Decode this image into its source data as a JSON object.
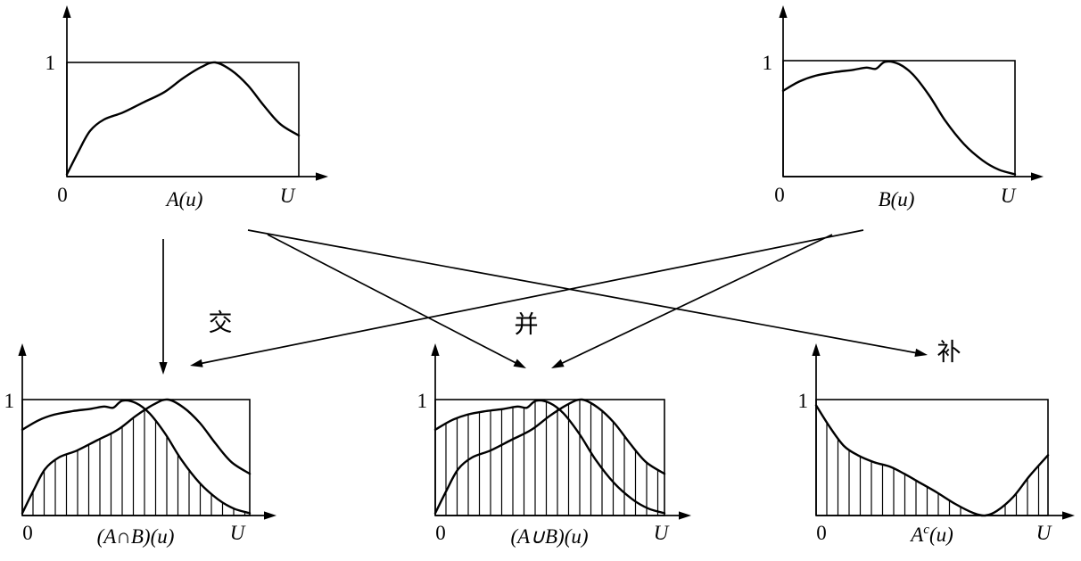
{
  "plots": {
    "topA": {
      "one": "1",
      "zero": "0",
      "xlabel": "A(u)",
      "u": "U"
    },
    "topB": {
      "one": "1",
      "zero": "0",
      "xlabel": "B(u)",
      "u": "U"
    },
    "intersection": {
      "one": "1",
      "zero": "0",
      "xlabel": "(A∩B)(u)",
      "u": "U"
    },
    "union": {
      "one": "1",
      "zero": "0",
      "xlabel": "(A∪B)(u)",
      "u": "U"
    },
    "complement": {
      "one": "1",
      "zero": "0",
      "base": "A",
      "sup": "c",
      "suffix": "(u)",
      "u": "U"
    }
  },
  "operations": {
    "intersection": "交",
    "union": "并",
    "complement": "补"
  },
  "series": {
    "A": [
      [
        0,
        0.02
      ],
      [
        0.05,
        0.22
      ],
      [
        0.1,
        0.4
      ],
      [
        0.16,
        0.5
      ],
      [
        0.24,
        0.56
      ],
      [
        0.33,
        0.65
      ],
      [
        0.42,
        0.74
      ],
      [
        0.5,
        0.86
      ],
      [
        0.58,
        0.96
      ],
      [
        0.64,
        1.0
      ],
      [
        0.71,
        0.93
      ],
      [
        0.78,
        0.8
      ],
      [
        0.85,
        0.62
      ],
      [
        0.92,
        0.46
      ],
      [
        1.0,
        0.36
      ]
    ],
    "B": [
      [
        0,
        0.74
      ],
      [
        0.07,
        0.82
      ],
      [
        0.14,
        0.87
      ],
      [
        0.22,
        0.9
      ],
      [
        0.3,
        0.92
      ],
      [
        0.36,
        0.94
      ],
      [
        0.4,
        0.93
      ],
      [
        0.44,
        0.99
      ],
      [
        0.5,
        0.97
      ],
      [
        0.56,
        0.88
      ],
      [
        0.63,
        0.7
      ],
      [
        0.7,
        0.48
      ],
      [
        0.78,
        0.28
      ],
      [
        0.86,
        0.14
      ],
      [
        0.93,
        0.06
      ],
      [
        1.0,
        0.02
      ]
    ],
    "Ac": [
      [
        0,
        0.95
      ],
      [
        0.06,
        0.76
      ],
      [
        0.12,
        0.6
      ],
      [
        0.18,
        0.52
      ],
      [
        0.25,
        0.46
      ],
      [
        0.32,
        0.42
      ],
      [
        0.38,
        0.36
      ],
      [
        0.45,
        0.28
      ],
      [
        0.52,
        0.2
      ],
      [
        0.6,
        0.1
      ],
      [
        0.68,
        0.02
      ],
      [
        0.73,
        0.0
      ],
      [
        0.78,
        0.04
      ],
      [
        0.85,
        0.16
      ],
      [
        0.92,
        0.34
      ],
      [
        1.0,
        0.52
      ]
    ]
  },
  "colors": {
    "ink": "#000000",
    "background": "#ffffff"
  }
}
